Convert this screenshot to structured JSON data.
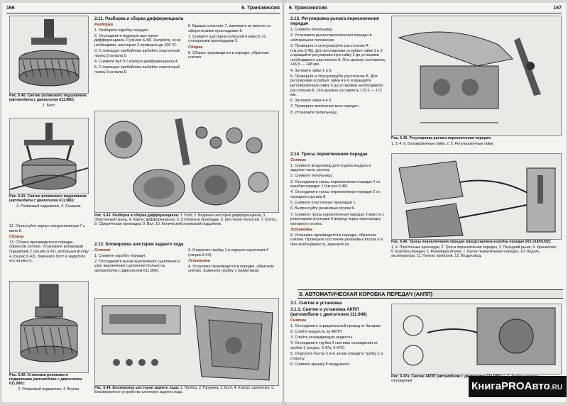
{
  "left_page": {
    "page_number": "166",
    "chapter_header": "6. Трансмиссия",
    "fig_640_caption": "Рис. 6.40. Снятие роликового подшипника (автомобили с двигателем 611.980):",
    "fig_640_legend": "1. Болт.",
    "fig_641_caption": "Рис. 6.41. Снятие роликового подшипника (автомобили с двигателем 611.980):",
    "fig_641_legend": "2. Роликовый подшипник, 3. Съемник.",
    "para_12": "12. Отрессуйте корпус синхронизатора 7 с вала 8.",
    "assembly_heading": "Сборка",
    "para_13": "13. Сборка производится в порядке, обратном снятию. Установите роликовый подшипник 2 (см.рис.6.41), используя втулку 4 (см.рис.6.42). Замените болт и закрутите его на место.",
    "fig_642_caption": "Рис. 6.42. Установка роликового подшипника (автомобили с двигателем 611.980):",
    "fig_642_legend": "2. Роликовый подшипник, 4. Втулка.",
    "section_211_title": "2.11. Разборка и сборка дифференциала",
    "disassembly_heading": "Разборка",
    "d1": "1. Разберите коробку передач.",
    "d2": "2. Отсоедините ведомую шестерню дифференциала 2 (см.рис.6.43). Нагрейте, если необходимо, шестерню 2 примерно до 100 °С.",
    "d3": "3. С помощью пробойника выбейте эластичный палец 3 из вала 9.",
    "d4": "4. Снимите вал 9 с корпуса дифференциала 4.",
    "d5": "5. С помощью пробойника выбейте эластичный палец 3 из вала 9.",
    "d6": "6. Вращая сателлит 7, извлеките их вместе со сферическими прокладками 8.",
    "d7": "7. Снимите шестерни полуосей 6 вместе со стопорными прокладками 5.",
    "assembly_heading_2": "Сборка",
    "d8": "8. Сборка производится в порядке, обратном снятию.",
    "fig_643_caption": "Рис. 6.43. Разборка и сборка дифференциала:",
    "fig_643_legend": "1. Болт, 2. Ведомая шестерня дифференциала, 3. Эластичный палец, 4. Корпус дифференциала, 5. Стопорные прокладки, 6. Шестерни полуосей, 7. Болты, 8. Сферическая прокладка, 9. Вал, 10. Конический роликовый подшипник.",
    "section_212_title": "2.12. Блокировка шестерни заднего хода",
    "removal_heading": "Снятие",
    "r1": "1. Снимите коробку передач.",
    "r2": "2. Отсоедините рычаг выключения сцепления и узел выключения сцепления (только на автомобилях с двигателем 611.980).",
    "r3": "3. Открутите пробку 1 в корпусе сцепления 4 (см.рис.6.44).",
    "install_heading": "Установка",
    "r4": "4. Установка производится в порядке, обратном снятию. Замените пробку 1 герметиком.",
    "fig_644_caption": "Рис. 6.44. Блокировка шестерни заднего хода:",
    "fig_644_legend": "1. Пробка, 2. Пружина, 3. Болт, 4. Корпус сцепления, 5. Блокировочное устройство шестерни заднего хода."
  },
  "right_page": {
    "page_number": "167",
    "chapter_header": "6. Трансмиссия",
    "section_213_title": "2.13. Регулировка рычага переключения передач",
    "s1": "1. Снимите пепельницу.",
    "s2": "2. Установите рычаг переключения передач в нейтральное положение.",
    "s3": "3. Проверьте и отрегулируйте расстояние А (см.рис.6.45). Для регулировки ослабьте гайки 1 и 3 и вращайте регулировочную гайку 2 до установки необходимого расстояния А. Оно должно составлять 146,5 — 148 мм.",
    "s4": "4. Затяните гайки 1 и 3.",
    "s5": "5. Проверьте и отрегулируйте расстояние В. Для регулировки ослабьте гайки 4 и 6 и вращайте регулировочную гайку 5 до установки необходимого расстояния В. Оно должно составлять 170,5 — 172 мм.",
    "s6": "6. Затяните гайки 4 и 6.",
    "s7": "7. Проверьте включение всех передач.",
    "s8": "8. Установите пепельницу.",
    "fig_645_caption": "Рис. 6.45. Регулировка рычага переключения передач:",
    "fig_645_legend": "1, 3, 4, 6. Блокировочные гайки, 2, 5. Регулировочные гайки.",
    "section_214_title": "2.14. Тросы переключения передач",
    "removal_heading": "Снятие",
    "t1": "1. Снимите воздуховод для подачи воздуха в заднюю часть салона.",
    "t2": "2. Снимите пепельницу.",
    "t3": "3. Отсоедините тросы переключения передач 2 от коробки передач 1 (см.рис.6.46).",
    "t4": "4. Отсоедините тросы переключения передач 2 от переднего рычага 8.",
    "t5": "5. Снимите пластичные прокладки 1.",
    "t6": "6. Выпрессуйте резиновые втулки 6.",
    "t7": "7. Снимите тросы переключения передач 2 вместе с резиновыми втулками 6 вперед через перегородку моторного отсека.",
    "install_heading": "Установка",
    "t8": "8. Установка производится в порядке, обратном снятию. Проверьте состояние резиновых втулок 6 и, при необходимости, замените их.",
    "fig_646_caption": "Рис. 6.46. Тросы переключения передач (представлена коробка передач 502.018/01/02):",
    "fig_646_legend": "1, 9. Пластичные прокладки, 2. Тросы переключения передач, 3. Передний рычаг, 4. Кронштейн, 5. Коробка передач, 6. Резиновая втулка, 7. Рычаг переключения передач, 10. Педаль акселератора, 11. Панель приборов, 12. Воздуховод.",
    "chapter_3_title": "3. АВТОМАТИЧЕСКАЯ КОРОБКА ПЕРЕДАЧ (АКПП)",
    "section_31_title": "3.1. Снятие и установка",
    "section_311_title": "3.1.1. Снятие и установка АКПП (автомобили с двигателем 111.948)",
    "removal_heading_2": "Снятие",
    "a1": "1. Отсоедините отрицательный провод от батареи.",
    "a2": "2. Слейте жидкость из АКПП.",
    "a3": "3. Слейте охлаждающую жидкость.",
    "a4": "4. Отсоедините трубки 3 системы охлаждения от трубки 1 (см.рис. 6.47а, 6.47б).",
    "a5": "5. Открутите болты 2 и 4, затем отведите трубку 1 в сторону.",
    "a6": "6. Снимите крышку 8 воздушного",
    "fig_647_caption": "Рис. 6.47а. Снятие АКПП (автомобили с двигателем 111.948):",
    "fig_647_legend": "1, 3. Трубка системы охлаждения"
  },
  "watermark": {
    "brand": "КнигаPROАвто",
    "domain": ".RU"
  }
}
